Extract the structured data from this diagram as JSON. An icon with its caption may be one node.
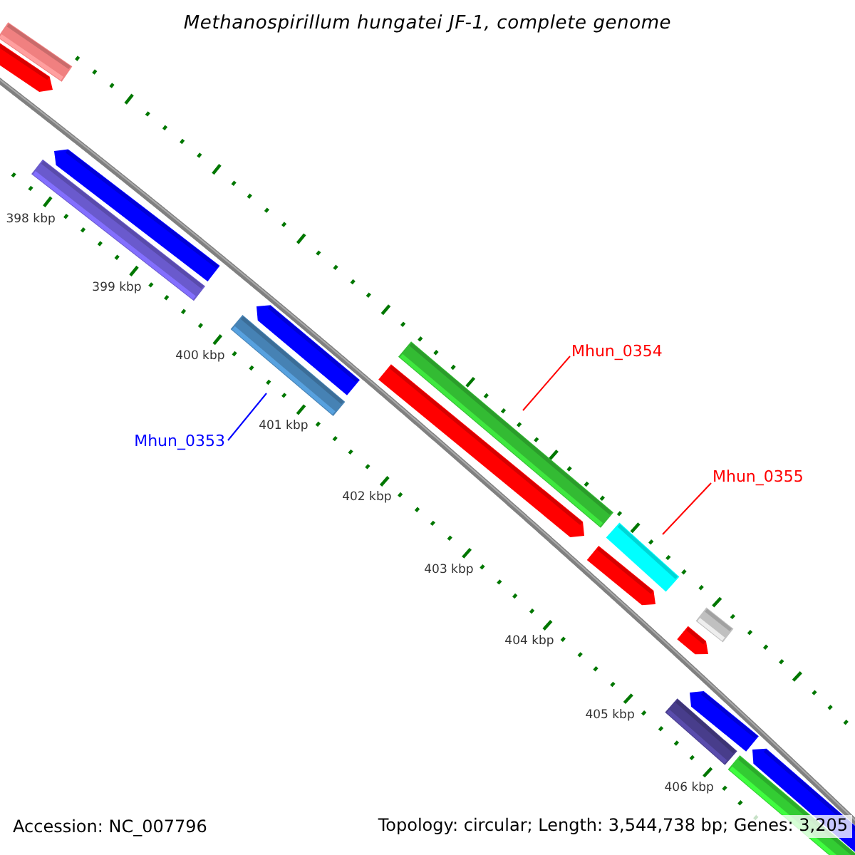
{
  "diagram": {
    "title": "Methanospirillum hungatei JF-1, complete genome",
    "nodes": [
      {
        "text": [
          "Mhun_0354"
        ]
      },
      {
        "text": [],
        "shape": "bar"
      },
      {
        "text": [
          "Mhun_0353"
        ]
      },
      {
        "text": [],
        "shape": "bar"
      },
      {
        "text": [
          "Mhun_0355"
        ]
      },
      {
        "text": [],
        "shape": "bar"
      }
    ],
    "edges": [
      {
        "from": 0,
        "to": 1,
        "arrow": "none"
      },
      {
        "from": 2,
        "to": 3,
        "arrow": "none",
        "color": "#0000ff"
      },
      {
        "from": 4,
        "to": 5,
        "arrow": "none"
      }
    ],
    "labels": [
      "398 kbp",
      "399 kbp",
      "400 kbp",
      "401 kbp",
      "402 kbp",
      "403 kbp",
      "404 kbp",
      "405 kbp",
      "406 kbp",
      "Accession: NC_007796",
      "Topology: circular; Length: 3,544,738 bp; Genes: 3,205"
    ]
  }
}
